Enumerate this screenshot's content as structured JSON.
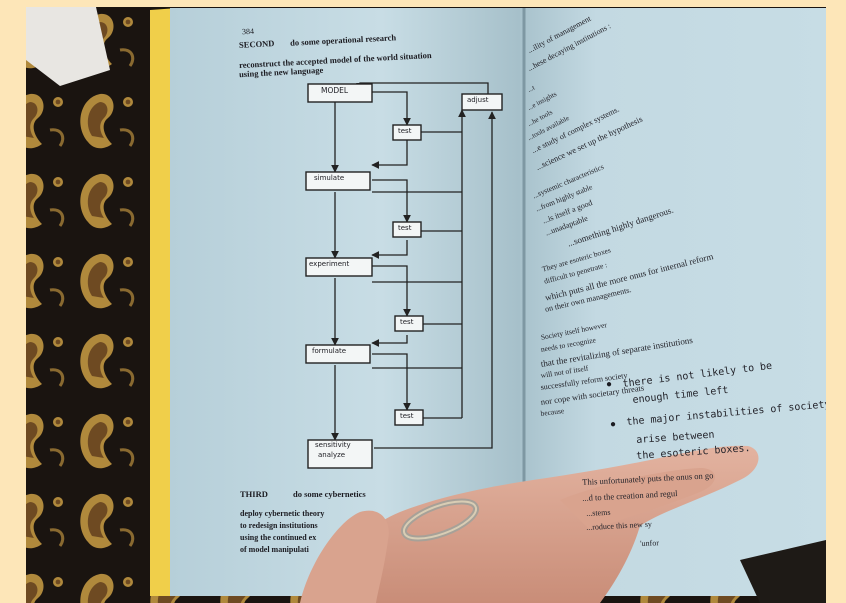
{
  "left_page": {
    "page_number": "384",
    "step_label": "SECOND",
    "step_title": "do some operational research",
    "intro_lines": [
      "reconstruct the accepted model of the world situation",
      "using the new language"
    ],
    "diagram": {
      "model": "MODEL",
      "adjust": "adjust",
      "test": "test",
      "simulate": "simulate",
      "experiment": "experiment",
      "formulate": "formulate",
      "sensitivity_line1": "sensitivity",
      "sensitivity_line2": "analyze"
    },
    "third_label": "THIRD",
    "third_title": "do some cybernetics",
    "third_lines": [
      "deploy cybernetic theory",
      "to redesign institutions",
      "using the continued ex",
      "of model manipulati"
    ]
  },
  "right_page": {
    "top_lines": [
      "...ility of management",
      "...hese decaying institutions :",
      "...t",
      "...e insights",
      "...he tools",
      "...tools available",
      "...e study of complex systems.",
      "...science we set up the hypothesis"
    ],
    "mid_lines": [
      "...systemic characteristics",
      "...from highly stable",
      "...is itself a good",
      "...unadaptable",
      "...something highly dangerous."
    ],
    "esoteric_lines": [
      "They are esoteric boxes",
      "difficult to penetrate :",
      "which puts all the more onus for internal reform",
      "on their own managements."
    ],
    "society_lines": [
      "Society itself however",
      "needs to recognize",
      "that the revitalizing of separate institutions",
      "will not of itself",
      "successfully reform society",
      "nor cope with societary threats",
      "because"
    ],
    "bullet1_lines": [
      "there is not likely to be",
      "enough time left"
    ],
    "bullet2_lines": [
      "the major instabilities of society",
      "arise between",
      "the esoteric boxes."
    ],
    "bottom_lines": [
      "This unfortunately puts the onus on go",
      "...d to the creation and regul",
      "...stems",
      "...roduce this new sy",
      "'unfor"
    ]
  }
}
